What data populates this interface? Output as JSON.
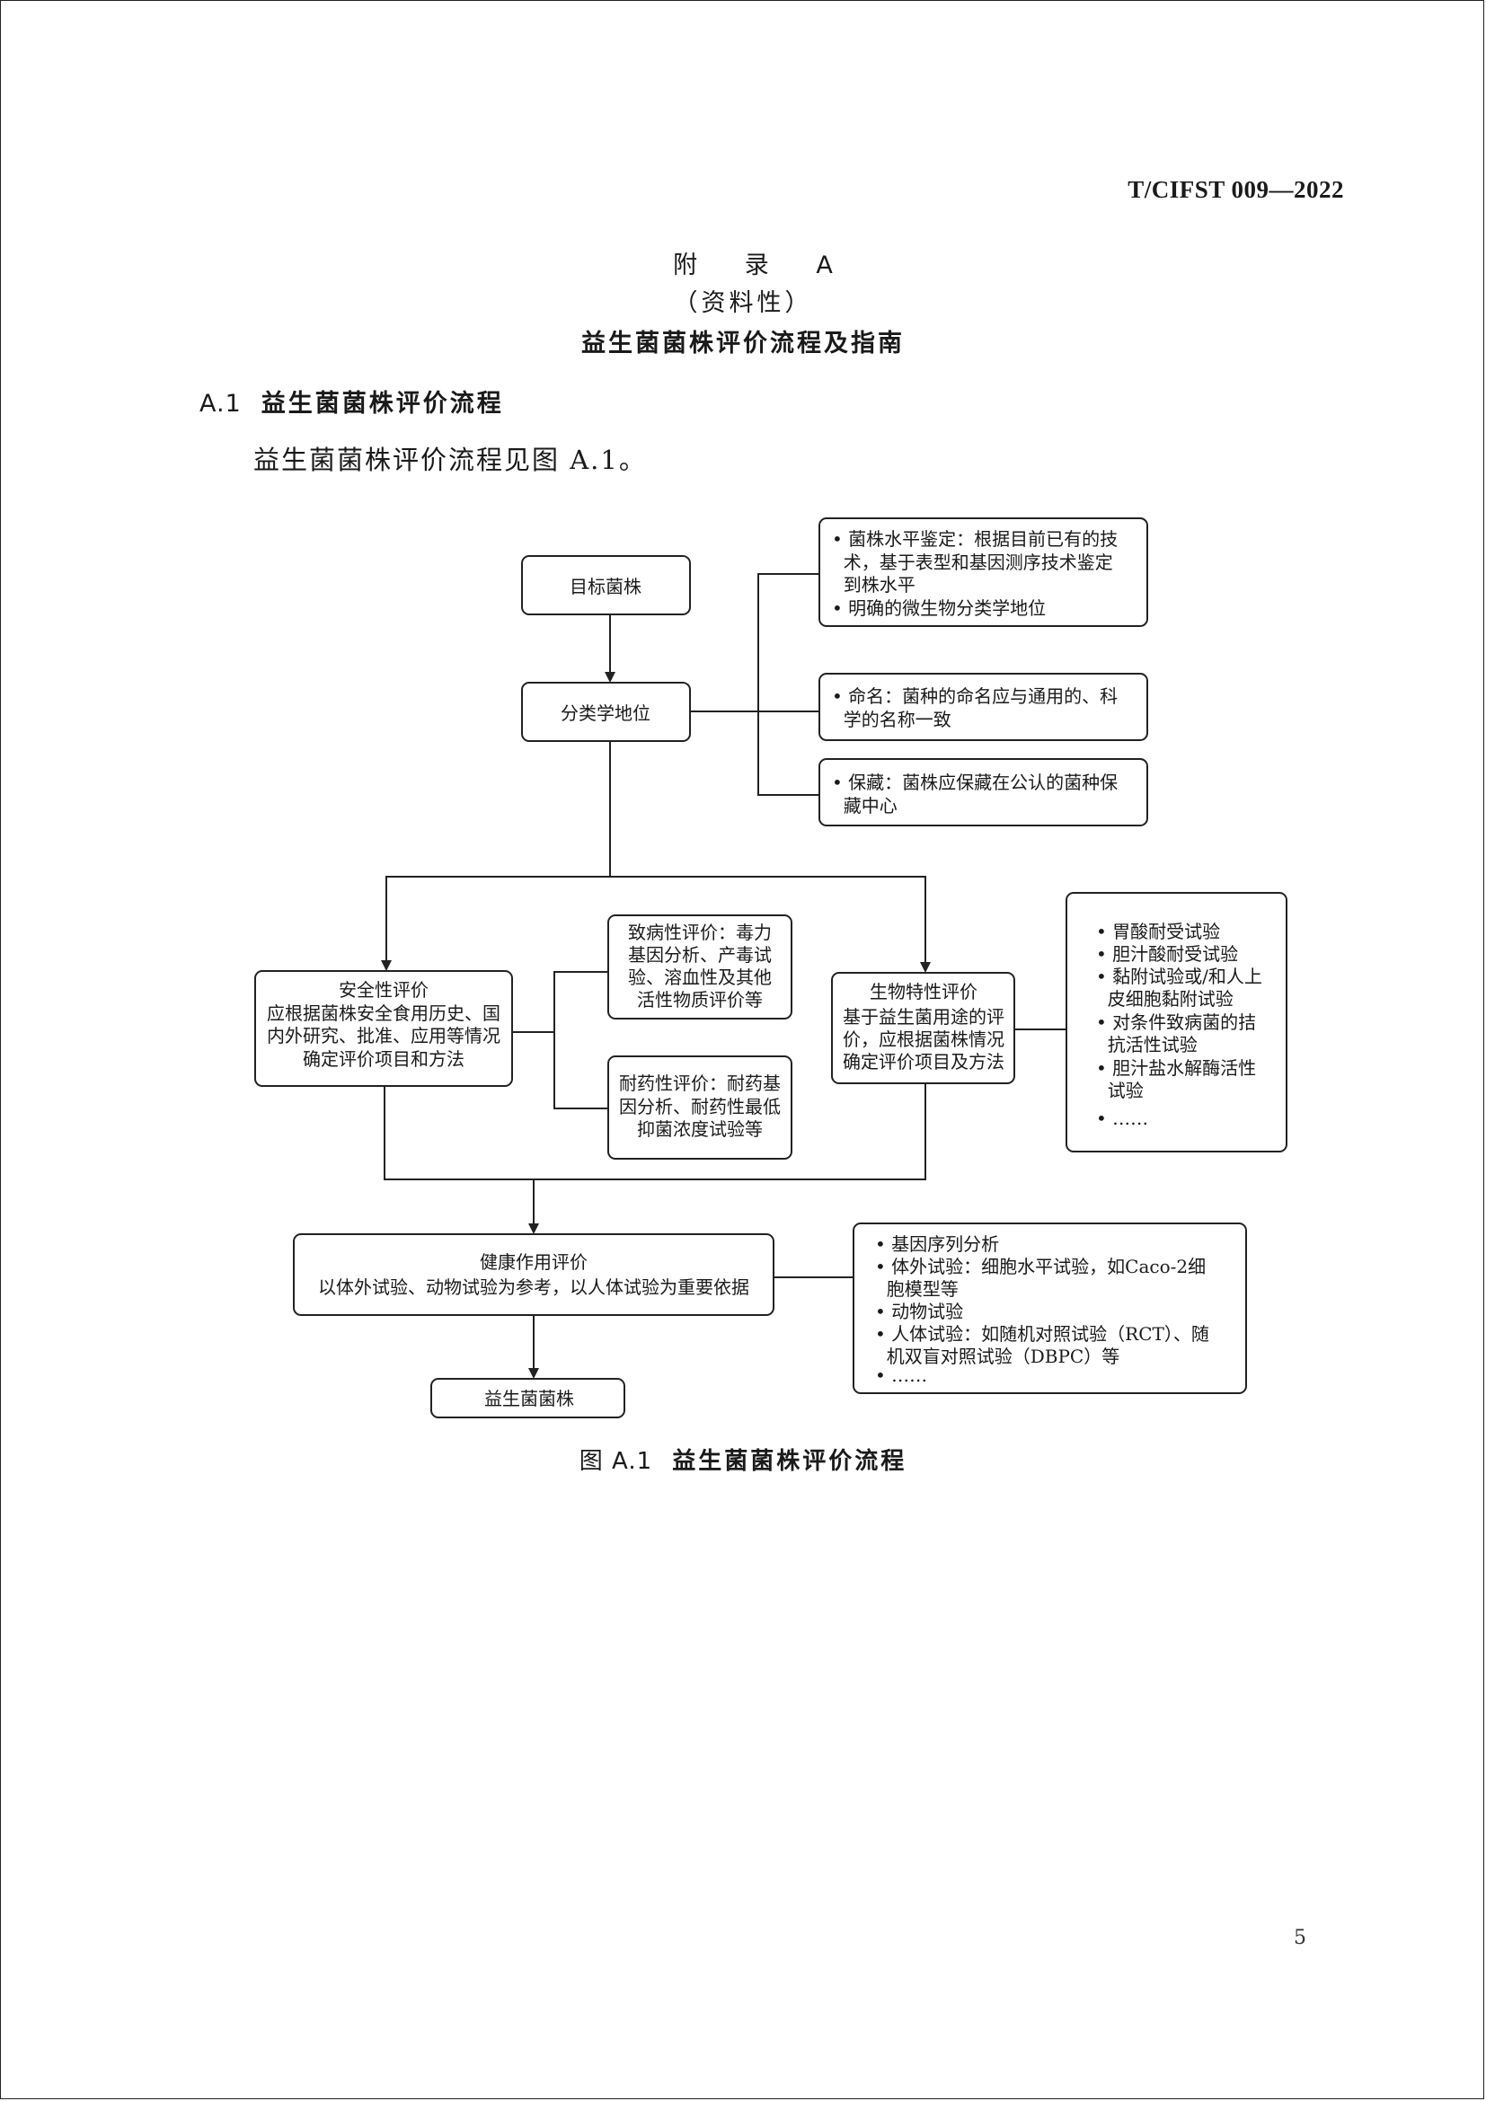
{
  "header": {
    "doc_code": "T/CIFST 009—2022"
  },
  "appendix": {
    "title": "附 录 A",
    "nature": "（资料性）",
    "name": "益生菌菌株评价流程及指南"
  },
  "section": {
    "number": "A.1",
    "title": "益生菌菌株评价流程"
  },
  "paragraph": "益生菌菌株评价流程见图 A.1。",
  "flowchart": {
    "target": "目标菌株",
    "taxonomy": "分类学地位",
    "identification": [
      "• 菌株水平鉴定：根据目前已有的技",
      "  术，基于表型和基因测序技术鉴定",
      "  到株水平",
      "• 明确的微生物分类学地位"
    ],
    "naming": [
      "• 命名：菌种的命名应与通用的、科",
      "  学的名称一致"
    ],
    "preservation": [
      "• 保藏：菌株应保藏在公认的菌种保",
      "  藏中心"
    ],
    "safety": [
      "安全性评价",
      "应根据菌株安全食用历史、国",
      "内外研究、批准、应用等情况",
      "确定评价项目和方法"
    ],
    "pathogenicity": [
      "致病性评价：毒力",
      "基因分析、产毒试",
      "验、溶血性及其他",
      "活性物质评价等"
    ],
    "resistance": [
      "耐药性评价：耐药基",
      "因分析、耐药性最低",
      "抑菌浓度试验等"
    ],
    "biological": [
      "生物特性评价",
      "基于益生菌用途的评",
      "价，应根据菌株情况",
      "确定评价项目及方法"
    ],
    "bio_tests": [
      "• 胃酸耐受试验",
      "• 胆汁酸耐受试验",
      "• 黏附试验或/和人上",
      "  皮细胞黏附试验",
      "• 对条件致病菌的拮",
      "  抗活性试验",
      "• 胆汁盐水解酶活性",
      "  试验",
      "• ……"
    ],
    "health": [
      "健康作用评价",
      "以体外试验、动物试验为参考，以人体试验为重要依据"
    ],
    "health_tests": [
      "• 基因序列分析",
      "• 体外试验：细胞水平试验，如Caco-2细",
      "  胞模型等",
      "• 动物试验",
      "• 人体试验：如随机对照试验（RCT）、随",
      "  机双盲对照试验（DBPC）等",
      "• ……"
    ],
    "probiotic": "益生菌菌株"
  },
  "figure": {
    "number": "图 A.1",
    "title": "益生菌菌株评价流程"
  },
  "page_number": "5"
}
